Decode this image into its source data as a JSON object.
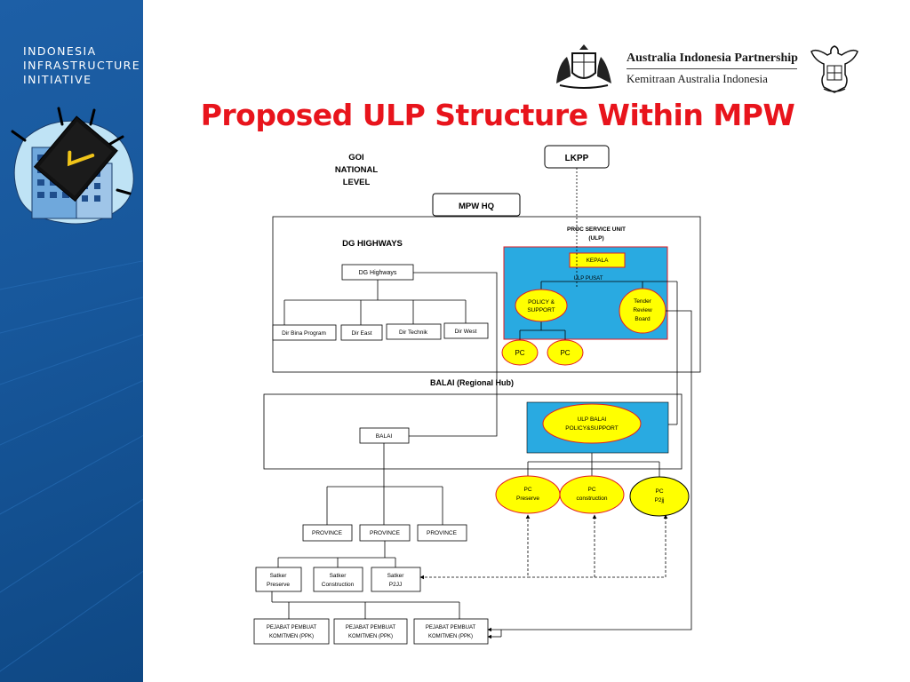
{
  "sidebar": {
    "brand_lines": [
      "INDONESIA",
      "INFRASTRUCTURE",
      "INITIATIVE"
    ]
  },
  "header": {
    "partner_line1": "Australia Indonesia Partnership",
    "partner_line2": "Kemitraan Australia Indonesia"
  },
  "title": "Proposed ULP Structure Within MPW",
  "diagram": {
    "goi_label": [
      "GOI",
      "NATIONAL",
      "LEVEL"
    ],
    "lkpp": "LKPP",
    "mpw_hq": "MPW HQ",
    "dg_highways_heading": "DG HIGHWAYS",
    "dg_highways_box": "DG Highways",
    "directorates": [
      "Dir Bina Program",
      "Dir East",
      "Dir Technik",
      "Dir West"
    ],
    "proc_service_unit": [
      "PROC SERVICE UNIT",
      "(ULP)"
    ],
    "kepala": "KEPALA",
    "ulp_pusat": "ULP PUSAT",
    "policy_support": [
      "POLICY &",
      "SUPPORT"
    ],
    "tender_review": [
      "Tender",
      "Review",
      "Board"
    ],
    "pc_hq": [
      "PC",
      "PC"
    ],
    "balai_heading": "BALAI (Regional Hub)",
    "balai_box": "BALAI",
    "ulp_balai": [
      "ULP BALAI",
      "POLICY&SUPPORT"
    ],
    "pc_balai": [
      {
        "line1": "PC",
        "line2": "Preserve"
      },
      {
        "line1": "PC",
        "line2": "construction"
      },
      {
        "line1": "PC",
        "line2": "P2jj"
      }
    ],
    "provinces": [
      "PROVINCE",
      "PROVINCE",
      "PROVINCE"
    ],
    "satker": [
      {
        "line1": "Satker",
        "line2": "Preserve"
      },
      {
        "line1": "Satker",
        "line2": "Construction"
      },
      {
        "line1": "Satker",
        "line2": "P2JJ"
      }
    ],
    "ppk": [
      {
        "line1": "PEJABAT PEMBUAT",
        "line2": "KOMITMEN (PPK)"
      },
      {
        "line1": "PEJABAT PEMBUAT",
        "line2": "KOMITMEN (PPK)"
      },
      {
        "line1": "PEJABAT PEMBUAT",
        "line2": "KOMITMEN (PPK)"
      }
    ]
  },
  "colors": {
    "title_red": "#e8141c",
    "sidebar_blue": "#17579b",
    "ulp_box_blue": "#29aae1",
    "ellipse_yellow": "#ffff00",
    "node_red_border": "#e21b22"
  }
}
